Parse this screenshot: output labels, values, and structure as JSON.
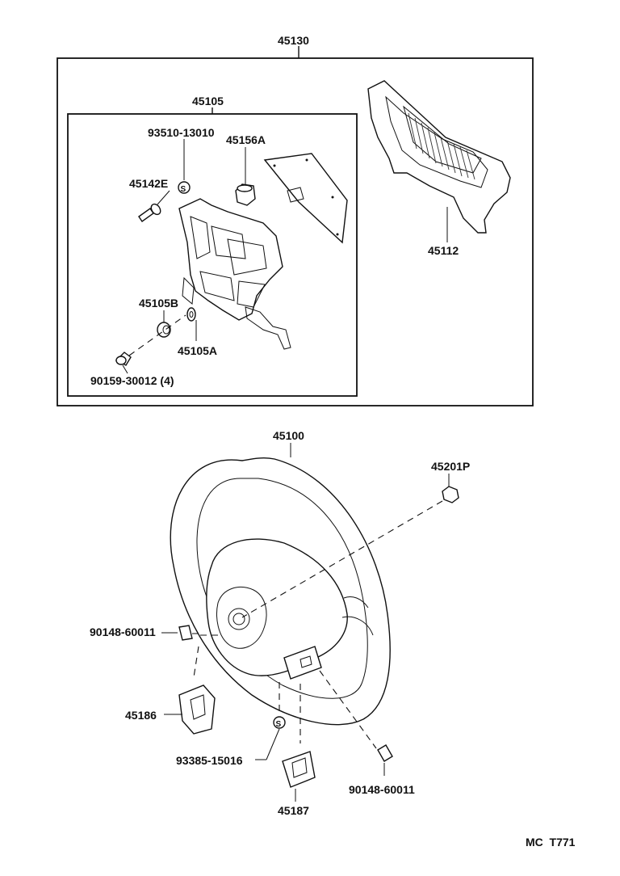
{
  "diagram": {
    "code": "MC  T771",
    "groups": {
      "pad_assembly": "45130",
      "inflator_assembly": "45105"
    },
    "labels": {
      "no_93510_13010": "93510-13010",
      "no_45156A": "45156A",
      "no_45142E": "45142E",
      "no_45105B": "45105B",
      "no_45105A": "45105A",
      "no_90159_30012": "90159-30012 (4)",
      "no_45112": "45112",
      "no_45100": "45100",
      "no_45201P": "45201P",
      "no_90148_60011_left": "90148-60011",
      "no_45186": "45186",
      "no_93385_15016": "93385-15016",
      "no_45187": "45187",
      "no_90148_60011_right": "90148-60011"
    }
  }
}
